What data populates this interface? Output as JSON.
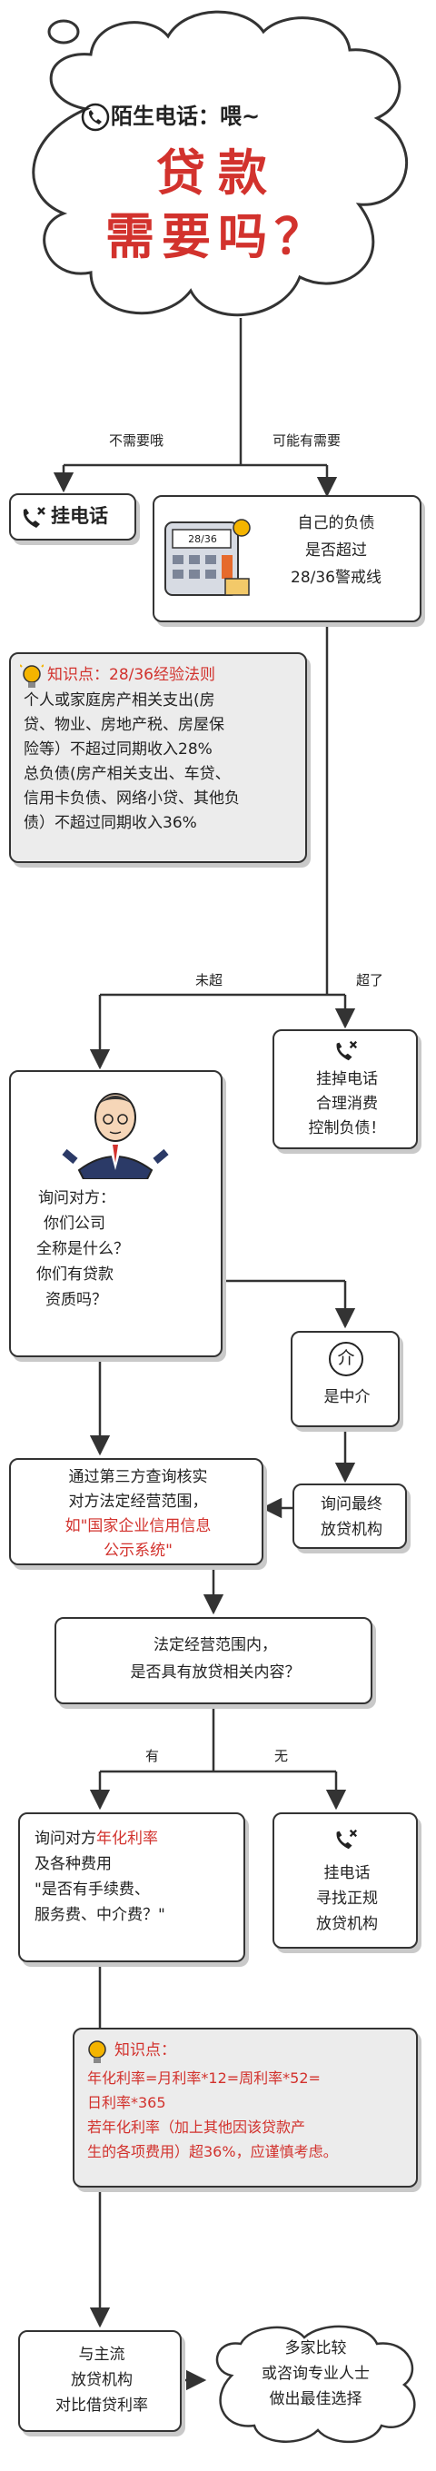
{
  "header": {
    "line1": "陌生电话：喂~",
    "line2": "贷款",
    "line3": "需要吗？"
  },
  "branches": {
    "no_need": "不需要哦",
    "maybe_need": "可能有需要",
    "not_exceed": "未超",
    "exceed": "超了",
    "yes": "有",
    "no": "无"
  },
  "nodes": {
    "hang_up_1": "挂电话",
    "own_debt": [
      "自己的负债",
      "是否超过",
      "28/36警戒线"
    ],
    "knowledge1": {
      "title": "知识点：28/36经验法则",
      "lines": [
        "个人或家庭房产相关支出(房",
        "贷、物业、房地产税、房屋保",
        "险等）不超过同期收入28%",
        "总负债(房产相关支出、车贷、",
        "信用卡负债、网络小贷、其他负",
        "债）不超过同期收入36%"
      ]
    },
    "hang_up_control": [
      "挂掉电话",
      "合理消费",
      "控制负债！"
    ],
    "ask_company": [
      "询问对方：",
      "你们公司",
      "全称是什么？",
      "你们有贷款",
      "资质吗？"
    ],
    "intermediary": "是中介",
    "ask_final": [
      "询问最终",
      "放贷机构"
    ],
    "verify": {
      "lines": [
        "通过第三方查询核实",
        "对方法定经营范围，"
      ],
      "quote": [
        "如\"国家企业信用信息",
        "公示系统\""
      ]
    },
    "scope_question": [
      "法定经营范围内，",
      "是否具有放贷相关内容？"
    ],
    "ask_rate": {
      "line1_prefix": "询问对方",
      "line1_red": "年化利率",
      "line2": "及各种费用",
      "line3": "\"是否有手续费、",
      "line4": "服务费、中介费？\""
    },
    "hang_up_regular": [
      "挂电话",
      "寻找正规",
      "放贷机构"
    ],
    "knowledge2": {
      "title": "知识点：",
      "lines": [
        "年化利率=月利率*12=周利率*52=",
        "日利率*365",
        "若年化利率（加上其他因该贷款产",
        "生的各项费用）超36%，应谨慎考虑。"
      ]
    },
    "mainstream": [
      "与主流",
      "放贷机构",
      "对比借贷利率"
    ],
    "compare": [
      "多家比较",
      "或咨询专业人士",
      "做出最佳选择"
    ]
  },
  "icon_text": {
    "calc_screen": "28/36",
    "intermediary_symbol": "介"
  },
  "colors": {
    "accent_red": "#d2322d",
    "gray_box": "#ececec",
    "cloud_stroke": "#333333",
    "idea_yellow": "#f4b400"
  },
  "icons": {
    "phone": "phone-icon",
    "phone_hangup": "phone-hangup-icon",
    "bulb": "lightbulb-icon",
    "calculator": "calculator-icon",
    "man": "businessman-icon",
    "circle_text": "intermediary-icon"
  }
}
